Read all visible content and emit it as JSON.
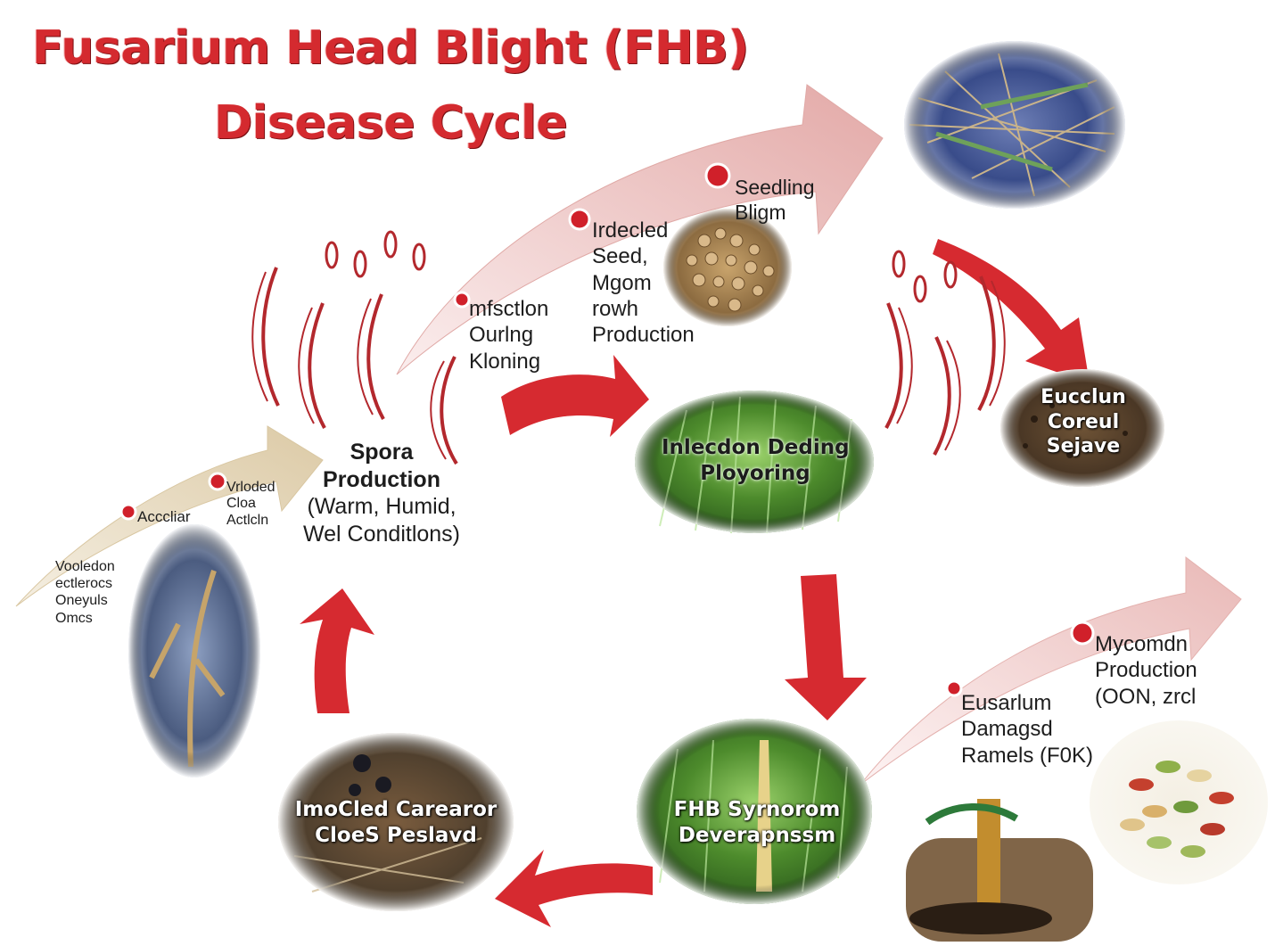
{
  "title": {
    "line1": "Fusarium Head Blight (FHB)",
    "line2": "Disease Cycle"
  },
  "labels": {
    "spora_production": {
      "line1": "Spora",
      "line2": "Production",
      "line3": "(Warm, Humid,",
      "line4": "Wel Conditlons)"
    },
    "infection_during_flowering": {
      "line1": "mfsctlon",
      "line2": "Ourlng",
      "line3": "Kloning"
    },
    "infected_seed": {
      "line1": "Irdecled",
      "line2": "Seed,",
      "line3": "Mgom",
      "line4": "rowh",
      "line5": "Production"
    },
    "seedling_blight": {
      "line1": "Seedling",
      "line2": "Bligm"
    },
    "accliar": "Acccliar",
    "vrloded": {
      "line1": "Vrloded",
      "line2": "Cloa",
      "line3": "Actlcln"
    },
    "voolodon": {
      "line1": "Vooledon",
      "line2": "ectlerocs",
      "line3": "Oneyuls",
      "line4": "Omcs"
    },
    "eusarium_damaged": {
      "line1": "Eusarlum",
      "line2": "Damagsd",
      "line3": "Ramels (F0K)"
    },
    "mycotoxin_production": {
      "line1": "Mycomdn",
      "line2": "Production",
      "line3": "(OON, zrcl"
    }
  },
  "photo_labels": {
    "infection_playing": {
      "line1": "Inlecdon Deding",
      "line2": "Ployoring"
    },
    "eucclun": {
      "line1": "Eucclun",
      "line2": "Coreul",
      "line3": "Sejave"
    },
    "fhb_symptom": {
      "line1": "FHB Syrnorom",
      "line2": "Deverapnssm"
    },
    "infected_crop": {
      "line1": "ImoCled Carearor",
      "line2": "CloeS Peslavd"
    }
  },
  "colors": {
    "title_red": "#d42a2f",
    "arrow_red": "#d62a30",
    "arrow_pink": "#e7b4b2",
    "arrow_tan": "#e2d3b6",
    "dot_red": "#d0202a"
  }
}
